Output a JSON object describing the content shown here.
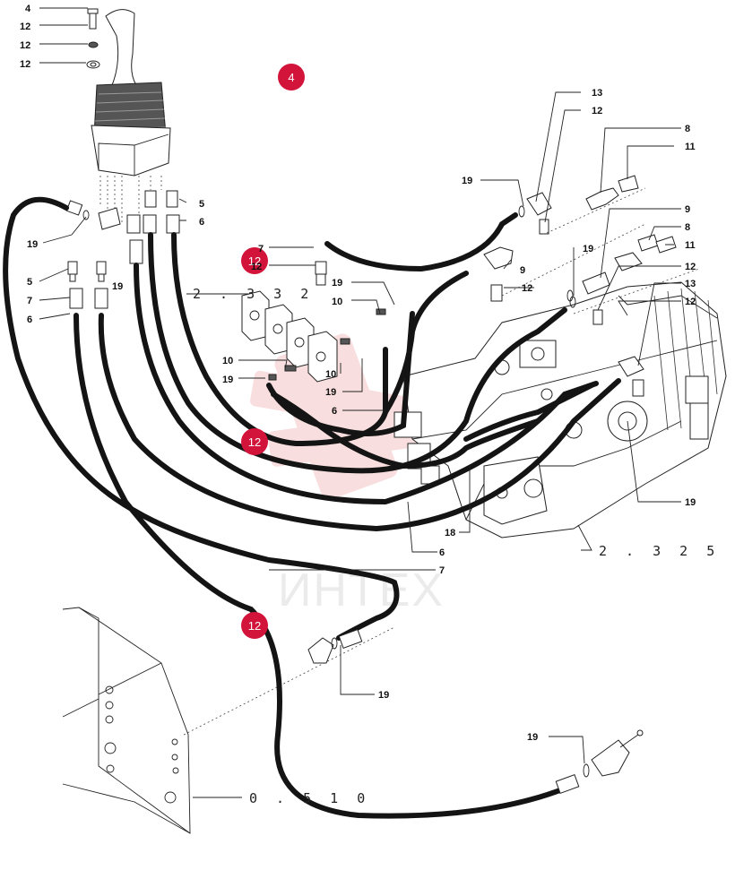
{
  "watermark": {
    "text": "ИНТЕХ"
  },
  "badges": [
    "4",
    "12",
    "12",
    "12"
  ],
  "ref_labels": [
    "2 . 3 3 2",
    "2 . 3 2 5",
    "0 . 5 1 0"
  ],
  "callouts": {
    "c1": "4",
    "c2": "12",
    "c3": "12",
    "c4": "12",
    "c5": "19",
    "c6": "5",
    "c7": "6",
    "c8": "5",
    "c9": "7",
    "c10": "6",
    "c11": "19",
    "c12": "7",
    "c13": "12",
    "c14": "19",
    "c15": "10",
    "c16": "10",
    "c17": "19",
    "c18": "10",
    "c19": "19",
    "c20": "6",
    "c21": "13",
    "c22": "12",
    "c23": "19",
    "c24": "8",
    "c25": "11",
    "c26": "9",
    "c27": "19",
    "c28": "12",
    "c29": "9",
    "c30": "8",
    "c31": "11",
    "c32": "12",
    "c33": "13",
    "c34": "12",
    "c35": "19",
    "c36": "18",
    "c37": "6",
    "c38": "7",
    "c39": "19",
    "c40": "19"
  }
}
